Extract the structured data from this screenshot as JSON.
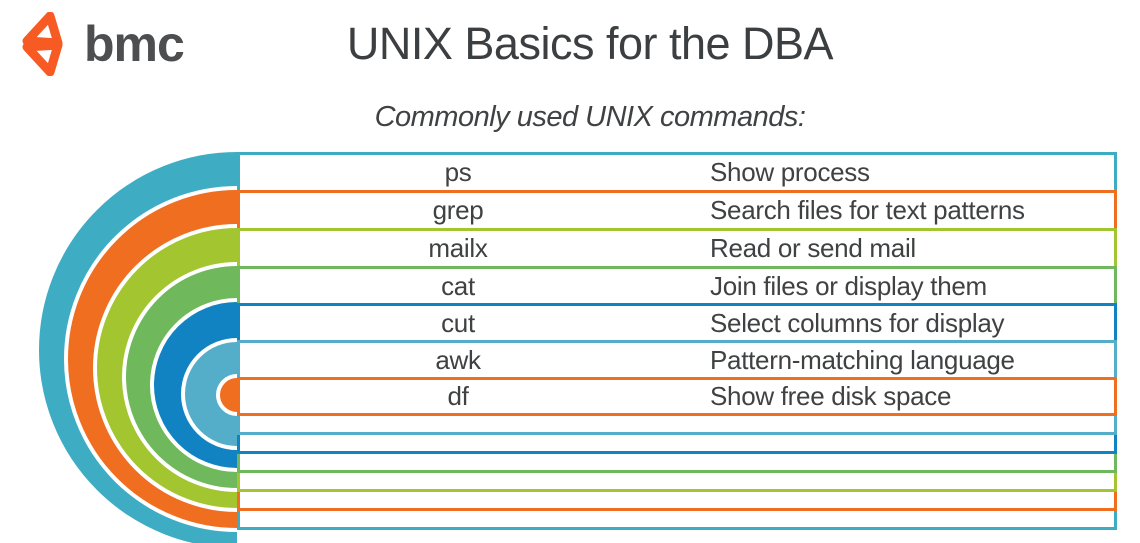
{
  "brand": {
    "name": "bmc",
    "logo_color": "#f75b23",
    "text_color": "#4d4e50"
  },
  "header": {
    "title": "UNIX Basics for the DBA",
    "subtitle": "Commonly used UNIX commands:"
  },
  "palette": {
    "teal": "#3eacc3",
    "orange": "#ef6e20",
    "lime": "#a3c52f",
    "green": "#6fb95c",
    "blue": "#1182c2",
    "cyan": "#54adc9",
    "text_dark": "#3f4142"
  },
  "table": {
    "rows": [
      {
        "command": "ps",
        "description": "Show process",
        "color": "#3eacc3"
      },
      {
        "command": "grep",
        "description": "Search files for text patterns",
        "color": "#ef6e20"
      },
      {
        "command": "mailx",
        "description": "Read or send mail",
        "color": "#a3c52f"
      },
      {
        "command": "cat",
        "description": "Join files or display them",
        "color": "#6fb95c"
      },
      {
        "command": "cut",
        "description": "Select columns for display",
        "color": "#1182c2"
      },
      {
        "command": "awk",
        "description": "Pattern-matching language",
        "color": "#54adc9"
      },
      {
        "command": "df",
        "description": "Show free disk space",
        "color": "#ef6e20"
      }
    ],
    "empty_rows": [
      {
        "color": "#54adc9"
      },
      {
        "color": "#1182c2"
      },
      {
        "color": "#6fb95c"
      },
      {
        "color": "#a3c52f"
      },
      {
        "color": "#ef6e20"
      },
      {
        "color": "#3eacc3"
      }
    ]
  },
  "decoration": {
    "ring_colors": [
      "#3eacc3",
      "#ef6e20",
      "#a3c52f",
      "#6fb95c",
      "#1182c2",
      "#54adc9",
      "#ef6e20"
    ]
  }
}
